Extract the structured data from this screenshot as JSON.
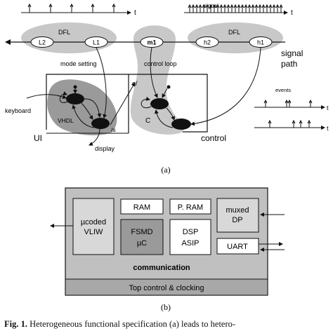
{
  "diagram_a": {
    "time_axis_label": "t",
    "signal_label": "signal",
    "dfl_left_label": "DFL",
    "dfl_right_label": "DFL",
    "nodes": {
      "L2": "L2",
      "L1": "L1",
      "m1": "m1",
      "h2": "h2",
      "h1": "h1"
    },
    "signal_path_line1": "signal",
    "signal_path_line2": "path",
    "mode_setting": "mode setting",
    "control_loop": "control loop",
    "keyboard": "keyboard",
    "vhdl": "VHDL",
    "s_label": "/s",
    "e_label": "e/",
    "c_label": "C",
    "ui_label": "UI",
    "control_label": "control",
    "display": "display",
    "events_label": "events",
    "sub_label": "(a)"
  },
  "diagram_b": {
    "blocks": {
      "ucoded_line1": "µcoded",
      "ucoded_line2": "VLIW",
      "ram": "RAM",
      "pram": "P. RAM",
      "muxed_line1": "muxed",
      "muxed_line2": "DP",
      "fsmd_line1": "FSMD",
      "fsmd_line2": "µC",
      "dsp_line1": "DSP",
      "dsp_line2": "ASIP",
      "uart": "UART"
    },
    "communication": "communication",
    "top_control": "Top control & clocking",
    "sub_label": "(b)"
  },
  "caption": {
    "fig": "Fig. 1.",
    "text": "Heterogeneous functional specification (a) leads to hetero-"
  }
}
